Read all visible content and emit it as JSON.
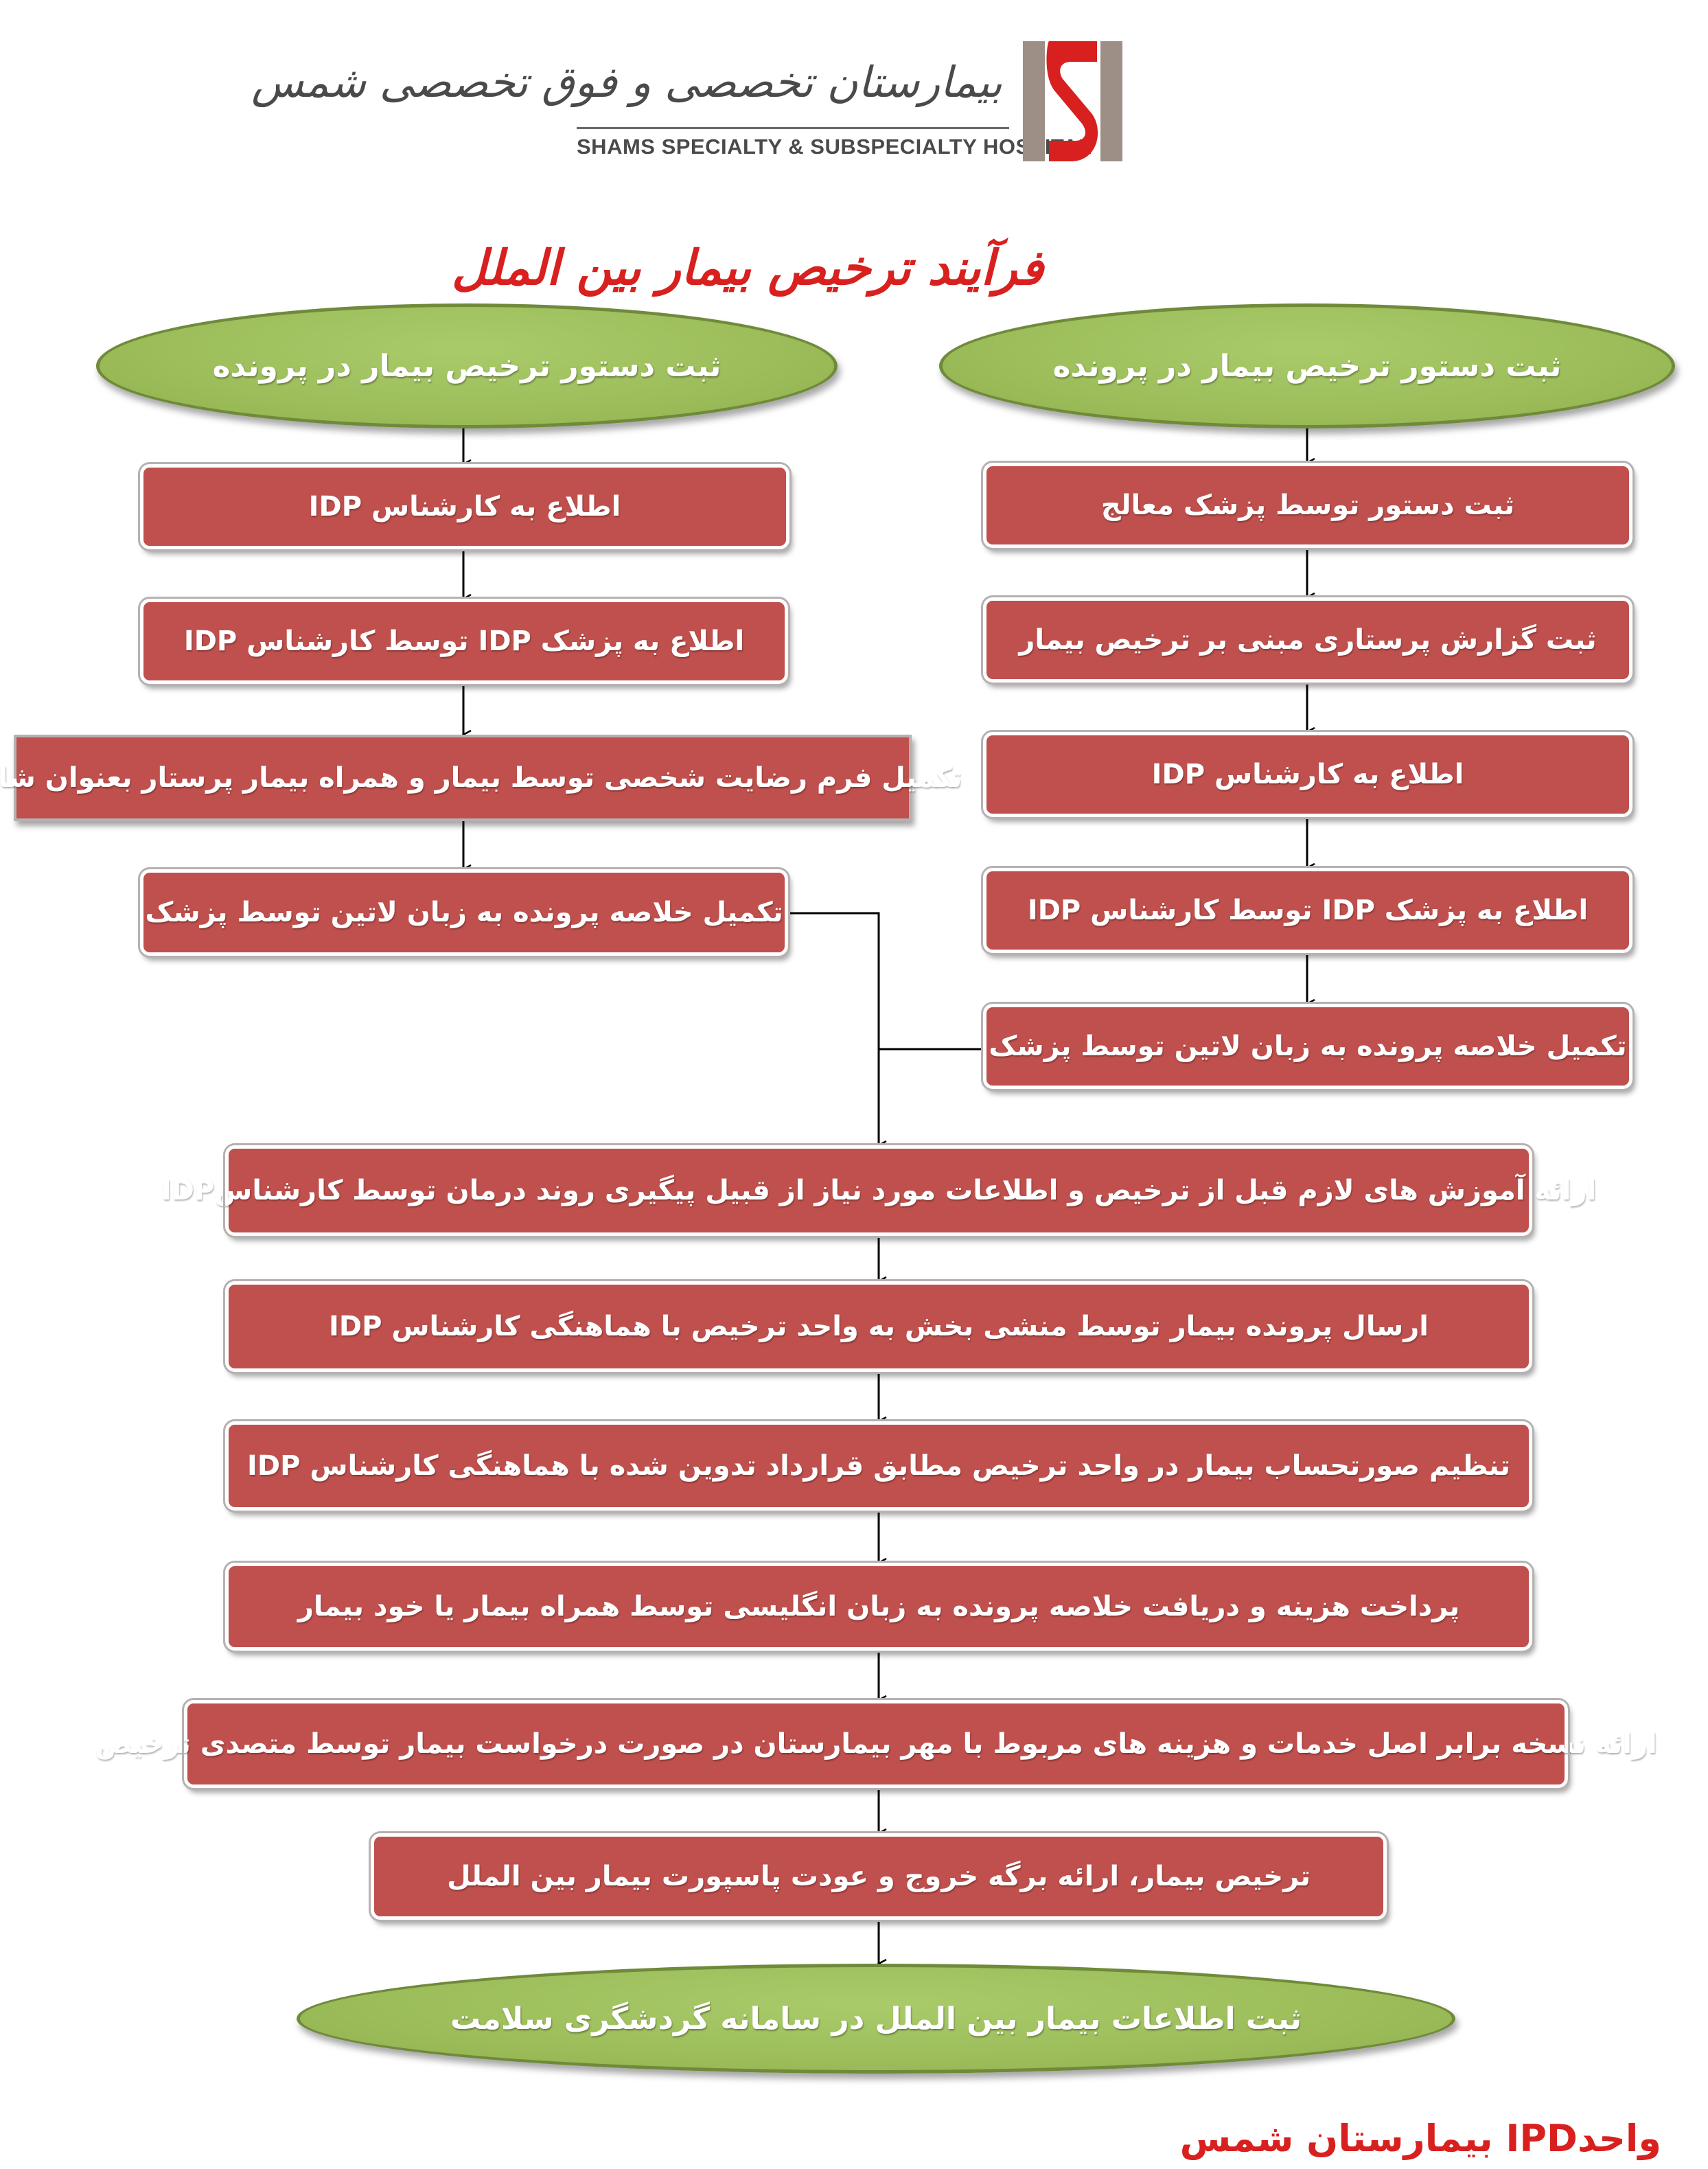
{
  "logo": {
    "name_fa": "بیمارستان تخصصی و فوق تخصصی شمس",
    "name_en": "SHAMS SPECIALTY & SUBSPECIALTY HOSPITAL",
    "colors": {
      "red": "#d8201f",
      "gray": "#9d8f86"
    }
  },
  "title": "فرآیند ترخیص بیمار بین الملل",
  "left_branch": {
    "start": "ثبت دستور ترخیص بیمار در پرونده",
    "steps": [
      "اطلاع به کارشناس IDP",
      "اطلاع به پزشک IDP توسط کارشناس IDP",
      "تکمیل فرم رضایت شخصی توسط بیمار و همراه بیمار پرستار بعنوان شاهد",
      "تکمیل خلاصه پرونده به زبان لاتین توسط پزشک"
    ]
  },
  "right_branch": {
    "start": "ثبت دستور ترخیص بیمار در پرونده",
    "steps": [
      "ثبت دستور توسط پزشک معالج",
      "ثبت گزارش پرستاری مبنی بر ترخیص بیمار",
      "اطلاع به کارشناس IDP",
      "اطلاع به پزشک IDP توسط کارشناس IDP",
      "تکمیل خلاصه پرونده به زبان لاتین توسط پزشک"
    ]
  },
  "main_steps": [
    "ارائه آموزش های لازم قبل از ترخیص و اطلاعات مورد نیاز از قبیل پیگیری روند درمان توسط کارشناسIDP",
    "ارسال پرونده بیمار توسط منشی بخش به واحد ترخیص با هماهنگی کارشناس IDP",
    "تنظیم صورتحساب بیمار در واحد ترخیص مطابق قرارداد تدوین شده با هماهنگی کارشناس IDP",
    "پرداخت هزینه و دریافت خلاصه پرونده به زبان انگلیسی توسط همراه بیمار یا خود بیمار",
    "ارائه نسخه برابر اصل خدمات و هزینه های مربوط با مهر بیمارستان در صورت درخواست بیمار توسط متصدی ترخیص",
    "ترخیص بیمار، ارائه برگه خروج و عودت پاسپورت بیمار بین الملل"
  ],
  "end": "ثبت اطلاعات بیمار بین الملل در سامانه گردشگری سلامت",
  "footer": "واحدIPD بیمارستان شمس",
  "colors": {
    "box_fill": "#c0504d",
    "oval_fill": "#9bbb59",
    "title": "#d8201f",
    "connector": "#000000"
  }
}
